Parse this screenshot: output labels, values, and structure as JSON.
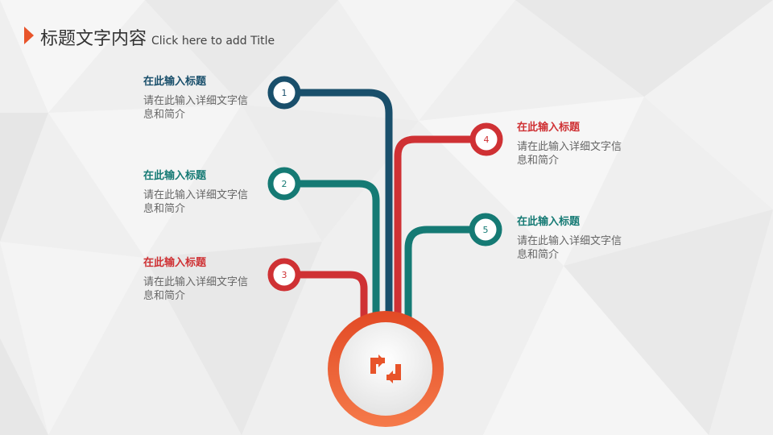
{
  "header": {
    "title": "标题文字内容",
    "subtitle": "Click here to add Title"
  },
  "colors": {
    "accent": "#e8542a",
    "navy": "#194f6b",
    "teal": "#157a74",
    "red": "#cf3134",
    "hub_gradient_top": "#e24a25",
    "hub_gradient_bottom": "#f57a4a"
  },
  "hub": {
    "icon": "repeat-icon"
  },
  "items": [
    {
      "number": "1",
      "heading": "在此输入标题",
      "desc_line1": "请在此输入详细文字信",
      "desc_line2": "息和简介",
      "color": "#194f6b",
      "side": "left"
    },
    {
      "number": "2",
      "heading": "在此输入标题",
      "desc_line1": "请在此输入详细文字信",
      "desc_line2": "息和简介",
      "color": "#157a74",
      "side": "left"
    },
    {
      "number": "3",
      "heading": "在此输入标题",
      "desc_line1": "请在此输入详细文字信",
      "desc_line2": "息和简介",
      "color": "#cf3134",
      "side": "left"
    },
    {
      "number": "4",
      "heading": "在此输入标题",
      "desc_line1": "请在此输入详细文字信",
      "desc_line2": "息和简介",
      "color": "#cf3134",
      "side": "right"
    },
    {
      "number": "5",
      "heading": "在此输入标题",
      "desc_line1": "请在此输入详细文字信",
      "desc_line2": "息和简介",
      "color": "#157a74",
      "side": "right"
    }
  ]
}
